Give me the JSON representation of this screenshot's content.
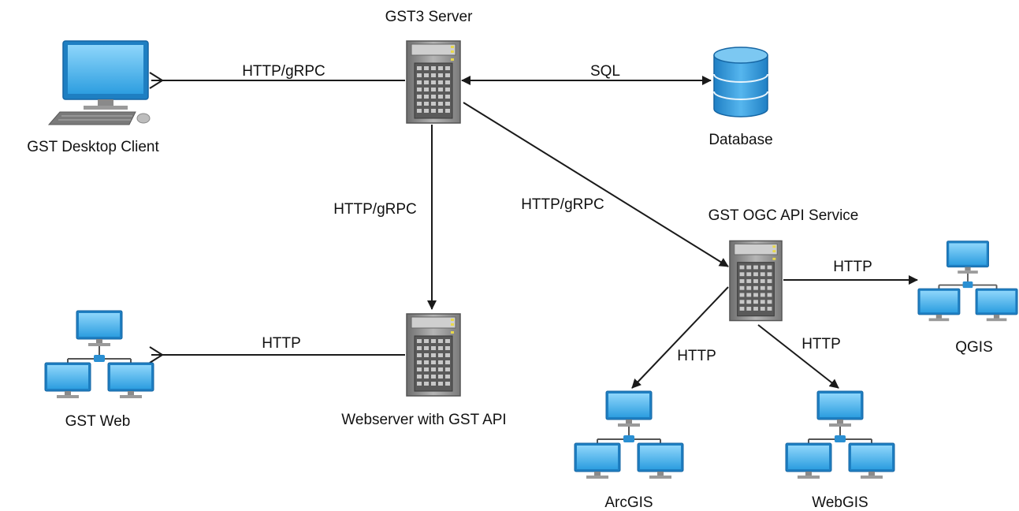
{
  "nodes": {
    "gst3_server": {
      "label": "GST3 Server",
      "icon": "server-tower-icon"
    },
    "desktop_client": {
      "label": "GST Desktop Client",
      "icon": "desktop-computer-icon"
    },
    "database": {
      "label": "Database",
      "icon": "database-cylinder-icon"
    },
    "ogc_service": {
      "label": "GST OGC API Service",
      "icon": "server-tower-icon"
    },
    "webserver": {
      "label": "Webserver with GST API",
      "icon": "server-tower-icon"
    },
    "gst_web": {
      "label": "GST Web",
      "icon": "network-computers-icon"
    },
    "qgis": {
      "label": "QGIS",
      "icon": "network-computers-icon"
    },
    "arcgis": {
      "label": "ArcGIS",
      "icon": "network-computers-icon"
    },
    "webgis": {
      "label": "WebGIS",
      "icon": "network-computers-icon"
    }
  },
  "edges": {
    "desktop_server": "HTTP/gRPC",
    "server_database": "SQL",
    "server_webserver": "HTTP/gRPC",
    "server_ogc": "HTTP/gRPC",
    "gstweb_webserver": "HTTP",
    "ogc_qgis": "HTTP",
    "ogc_arcgis": "HTTP",
    "ogc_webgis": "HTTP"
  },
  "colors": {
    "monitor_blue": "#1e90d6",
    "monitor_light": "#7fcdf5",
    "server_gray": "#8a8a8a",
    "db_blue": "#2a8fd2",
    "edge": "#1a1a1a"
  }
}
